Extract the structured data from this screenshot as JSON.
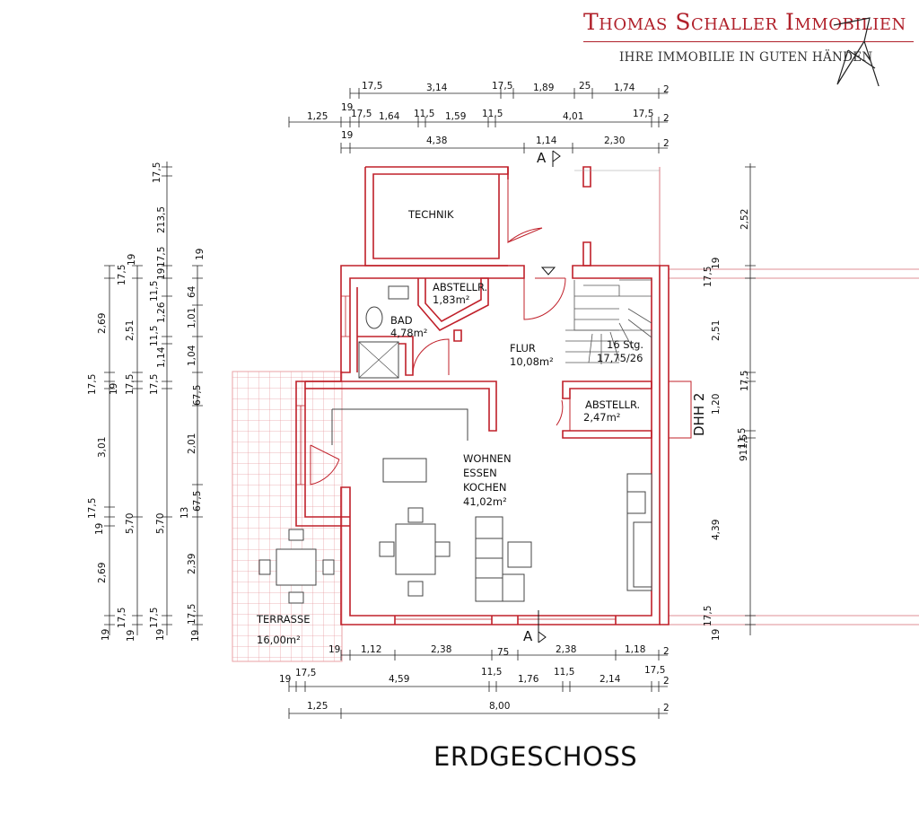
{
  "brand": {
    "name": "Thomas Schaller Immobilien",
    "tagline": "IHRE IMMOBILIE IN GUTEN HÄNDEN"
  },
  "title": "ERDGESCHOSS",
  "colors": {
    "wall": "#c0202a",
    "brand": "#b0202a",
    "dim": "#222222",
    "terrace": "#e8a0a5"
  },
  "rooms": {
    "technik": {
      "name": "TECHNIK"
    },
    "abstell1": {
      "name": "ABSTELLR.",
      "area": "1,83m²"
    },
    "bad": {
      "name": "BAD",
      "area": "4,78m²"
    },
    "flur": {
      "name": "FLUR",
      "area": "10,08m²"
    },
    "treppe": {
      "name": "16 Stg.",
      "spec": "17,75/26"
    },
    "abstell2": {
      "name": "ABSTELLR.",
      "area": "2,47m²"
    },
    "wohnen": {
      "l1": "WOHNEN",
      "l2": "ESSEN",
      "l3": "KOCHEN",
      "area": "41,02m²"
    },
    "terrasse": {
      "name": "TERRASSE",
      "area": "16,00m²"
    }
  },
  "markers": {
    "section": "A",
    "neighbor": "DHH 2"
  },
  "dims": {
    "top1": [
      "17,5",
      "3,14",
      "17,5",
      "1,89",
      "25",
      "1,74",
      "2"
    ],
    "top2": [
      "19",
      "1,25",
      "17,5",
      "1,64",
      "11,5",
      "1,59",
      "11,5",
      "4,01",
      "17,5",
      "2"
    ],
    "top3": [
      "19",
      "4,38",
      "1,14",
      "2,30",
      "2"
    ],
    "left_upper": [
      "17,5",
      "213,5"
    ],
    "left_col1": [
      "17,5",
      "2,69",
      "17,5",
      "3,01",
      "17,5",
      "19",
      "2,69",
      "17,5",
      "19"
    ],
    "left_col2": [
      "19",
      "2,51",
      "19",
      "5,70"
    ],
    "left_col3": [
      "17,5",
      "19",
      "11,5",
      "1,26",
      "11,5",
      "1,14",
      "17,5",
      "17,5",
      "5,70",
      "19",
      "17,5",
      "19"
    ],
    "left_col4": [
      "19",
      "64",
      "1,01",
      "1,04",
      "67,5",
      "2,01",
      "67,5",
      "13",
      "2,39",
      "17,5",
      "19"
    ],
    "right": [
      "2,52",
      "19",
      "17,5",
      "2,51",
      "17,5",
      "1,20",
      "11,5",
      "911,5",
      "4,39",
      "17,5",
      "19"
    ],
    "bottom1": [
      "19",
      "1,12",
      "2,38",
      "75",
      "2,38",
      "1,18",
      "2"
    ],
    "bottom2": [
      "19",
      "17,5",
      "4,59",
      "11,5",
      "1,76",
      "11,5",
      "2,14",
      "17,5",
      "2"
    ],
    "bottom3": [
      "1,25",
      "8,00",
      "2"
    ]
  }
}
